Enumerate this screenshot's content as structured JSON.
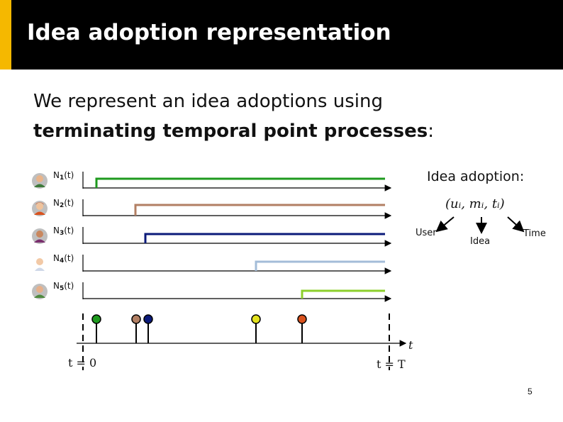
{
  "title": "Idea adoption representation",
  "body": {
    "line1": "We represent an idea adoptions using",
    "line2_bold": "terminating temporal point processes",
    "line2_end": ":"
  },
  "processes": [
    {
      "label": "N",
      "sub": "1",
      "suffix": "(t)",
      "color": "#1e9a1e",
      "avatar_color": "#d9a06a"
    },
    {
      "label": "N",
      "sub": "2",
      "suffix": "(t)",
      "color": "#b27f63",
      "avatar_color": "#e0642c"
    },
    {
      "label": "N",
      "sub": "3",
      "suffix": "(t)",
      "color": "#0b1a7a",
      "avatar_color": "#8b4f3a"
    },
    {
      "label": "N",
      "sub": "4",
      "suffix": "(t)",
      "color": "#a3bcd8",
      "avatar_color": "#f2c9a6"
    },
    {
      "label": "N",
      "sub": "5",
      "suffix": "(t)",
      "color": "#8ccf2b",
      "avatar_color": "#6c8f4a"
    }
  ],
  "events_colors": [
    "#1e9a1e",
    "#b27f63",
    "#0b1a7a",
    "#e3e21d",
    "#d9521e"
  ],
  "idea_adoption": {
    "heading": "Idea adoption:",
    "formula": "(uᵢ, mᵢ, tᵢ)",
    "user": "User",
    "idea": "Idea",
    "time": "Time"
  },
  "axis": {
    "t_label": "t",
    "start_label": "t = 0",
    "end_label": "t = T"
  },
  "page_number": "5"
}
